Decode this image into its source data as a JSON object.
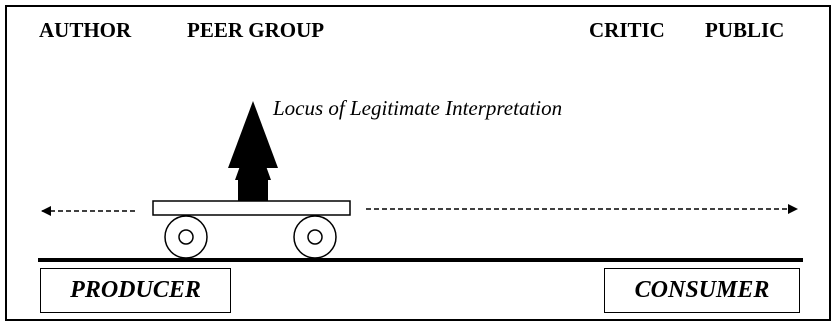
{
  "labels": {
    "author": "AUTHOR",
    "peer_group": "PEER GROUP",
    "critic": "CRITIC",
    "public": "PUBLIC",
    "locus": "Locus of Legitimate Interpretation",
    "producer": "PRODUCER",
    "consumer": "CONSUMER"
  },
  "colors": {
    "ink": "#000000",
    "background": "#ffffff"
  },
  "icons": {
    "upward-arrow": "upward-arrow-icon",
    "cart": "cart-icon"
  }
}
